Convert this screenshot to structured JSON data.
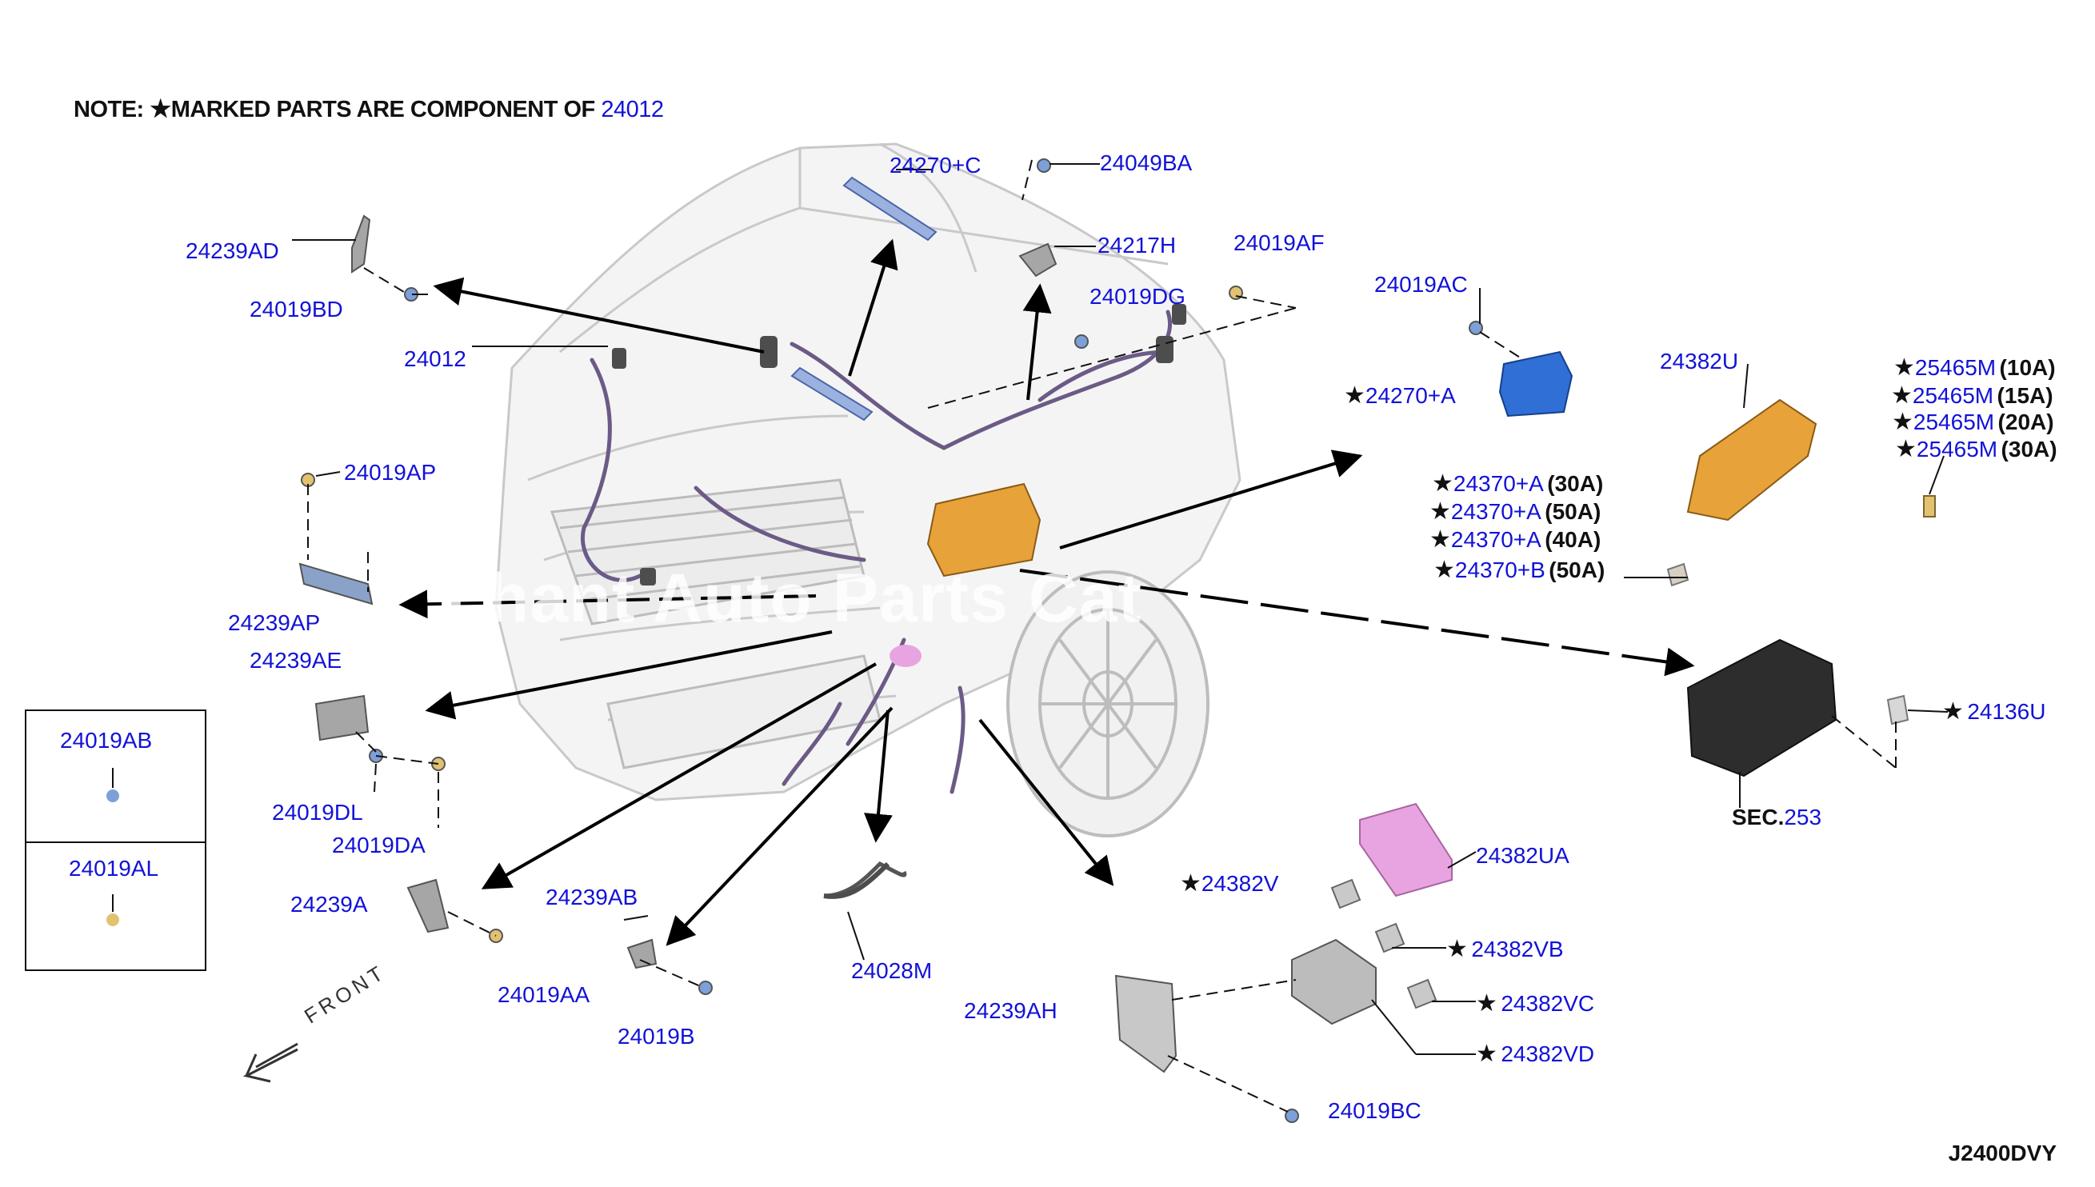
{
  "note": {
    "prefix": "NOTE:",
    "text": "MARKED PARTS ARE COMPONENT OF",
    "ref": "24012"
  },
  "watermark": "chant Auto Parts Cat",
  "front_label": "FRONT",
  "diagram_code": "J2400DVY",
  "star_glyph": "★",
  "colors": {
    "label": "#1212d8",
    "text": "#111111",
    "fusebox": "#e8a23a",
    "relay_blue": "#2f6fd6",
    "ipdm": "#e8a4e0"
  },
  "labels": {
    "p24270C": "24270+C",
    "p24049BA": "24049BA",
    "p24217H": "24217H",
    "p24019AF": "24019AF",
    "p24019DG": "24019DG",
    "p24239AD": "24239AD",
    "p24019BD": "24019BD",
    "p24012": "24012",
    "p24019AP": "24019AP",
    "p24239AP": "24239AP",
    "p24239AE": "24239AE",
    "p24019DL": "24019DL",
    "p24019DA": "24019DA",
    "p24239A": "24239A",
    "p24019AA": "24019AA",
    "p24239AB": "24239AB",
    "p24019B": "24019B",
    "p24028M": "24028M",
    "p24239AH": "24239AH",
    "p24019BC": "24019BC",
    "p24019AC": "24019AC",
    "p24270A": "24270+A",
    "p24382U": "24382U",
    "p24136U": "24136U",
    "sec_prefix": "SEC.",
    "sec_ref": "253",
    "p24382UA": "24382UA",
    "p24382V": "24382V",
    "p24382VB": "24382VB",
    "p24382VC": "24382VC",
    "p24382VD": "24382VD",
    "box_top": "24019AB",
    "box_bottom": "24019AL"
  },
  "fuses_25465M": [
    {
      "part": "25465M",
      "amp": "(10A)"
    },
    {
      "part": "25465M",
      "amp": "(15A)"
    },
    {
      "part": "25465M",
      "amp": "(20A)"
    },
    {
      "part": "25465M",
      "amp": "(30A)"
    }
  ],
  "fuses_24370": [
    {
      "part": "24370+A",
      "amp": "(30A)"
    },
    {
      "part": "24370+A",
      "amp": "(50A)"
    },
    {
      "part": "24370+A",
      "amp": "(40A)"
    },
    {
      "part": "24370+B",
      "amp": "(50A)"
    }
  ]
}
